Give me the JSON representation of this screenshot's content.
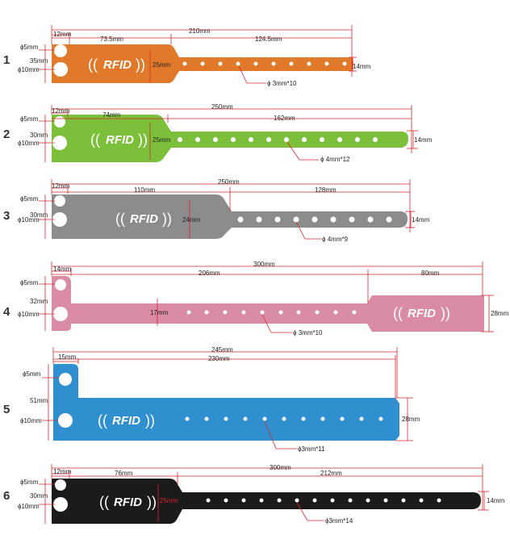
{
  "rfid_text": "RFID",
  "colors": {
    "dimension": "#d9252b",
    "band1": "#e07a2a",
    "band2": "#7cbf3a",
    "band3": "#8c8c8c",
    "band4": "#d98ca3",
    "band5": "#2f8fcf",
    "band6": "#1c1a1a"
  },
  "bands": [
    {
      "number": "1",
      "total": "210mm",
      "left_length": "73.5mm",
      "right_length": "124.5mm",
      "left_width": "12mm",
      "hole_top": "ϕ5mm",
      "hole_bottom": "ϕ10mm",
      "head_height": "35mm",
      "head_width": "25mm",
      "strap_width": "14mm",
      "strap_holes": "ϕ 3mm*10"
    },
    {
      "number": "2",
      "total": "250mm",
      "left_length": "74mm",
      "right_length": "162mm",
      "left_width": "12mm",
      "hole_top": "ϕ5mm",
      "hole_bottom": "ϕ10mm",
      "head_height": "30mm",
      "head_width": "25mm",
      "strap_width": "14mm",
      "strap_holes": "ϕ 4mm*12"
    },
    {
      "number": "3",
      "total": "250mm",
      "left_length": "110mm",
      "right_length": "128mm",
      "left_width": "12mm",
      "hole_top": "ϕ5mm",
      "hole_bottom": "ϕ10mm",
      "head_height": "30mm",
      "head_width": "24mm",
      "strap_width": "14mm",
      "strap_holes": "ϕ 4mm*9"
    },
    {
      "number": "4",
      "total": "300mm",
      "left_length": "206mm",
      "right_length": "80mm",
      "left_width": "14mm",
      "hole_top": "ϕ5mm",
      "hole_bottom": "ϕ10mm",
      "head_height": "32mm",
      "head_width": "17mm",
      "strap_width": "28mm",
      "strap_holes": "ϕ 3mm*10"
    },
    {
      "number": "5",
      "total": "245mm",
      "total2": "230mm",
      "left_width": "15mm",
      "hole_top": "ϕ5mm",
      "hole_bottom": "ϕ10mm",
      "head_height": "51mm",
      "strap_width": "28mm",
      "strap_holes": "ϕ3mm*11"
    },
    {
      "number": "6",
      "total": "300mm",
      "left_length": "76mm",
      "right_length": "212mm",
      "left_width": "12mm",
      "hole_top": "ϕ5mm",
      "hole_bottom": "ϕ10mm",
      "head_height": "30mm",
      "head_width": "25mm",
      "strap_width": "14mm",
      "strap_holes": "ϕ3mm*14"
    }
  ]
}
